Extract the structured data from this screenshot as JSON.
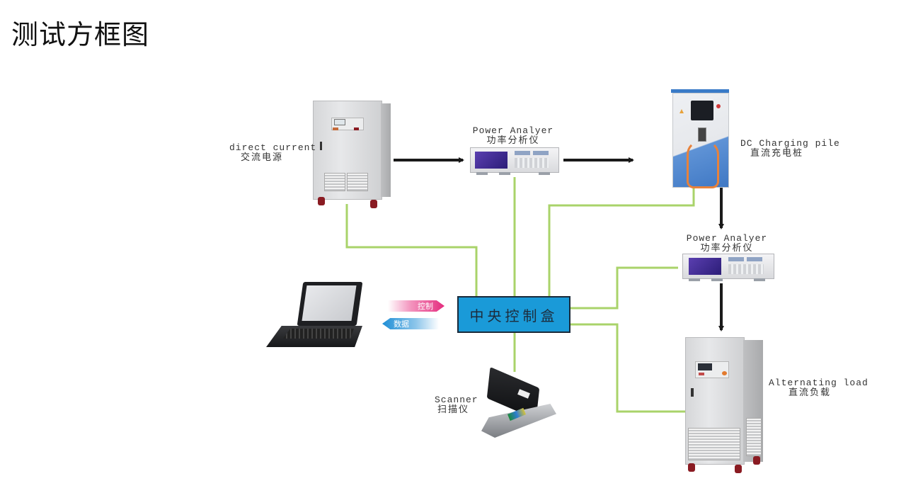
{
  "title": "测试方框图",
  "colors": {
    "wire_signal": "#a9d36a",
    "wire_power": "#1a1a1a",
    "control_box": "#1a9ad8",
    "tag_control": "#e42c7e",
    "tag_data": "#1f8ed6"
  },
  "nodes": {
    "ac_source": {
      "label_en": "direct current",
      "label_cn": "交流电源"
    },
    "power_analyzer_1": {
      "label_en": "Power Analyer",
      "label_cn": "功率分析仪"
    },
    "dc_charging_pile": {
      "label_en": "DC Charging pile",
      "label_cn": "直流充电桩"
    },
    "power_analyzer_2": {
      "label_en": "Power Analyer",
      "label_cn": "功率分析仪"
    },
    "dc_load": {
      "label_en": "Alternating load",
      "label_cn": "直流负载"
    },
    "scanner": {
      "label_en": "Scanner",
      "label_cn": "扫描仪"
    },
    "laptop": {
      "label_en": "",
      "label_cn": ""
    },
    "control_box": {
      "label_cn": "中央控制盒"
    }
  },
  "tags": {
    "control": "控制",
    "data": "数据"
  },
  "power_flow": [
    [
      "ac_source",
      "power_analyzer_1"
    ],
    [
      "power_analyzer_1",
      "dc_charging_pile"
    ],
    [
      "dc_charging_pile",
      "power_analyzer_2"
    ],
    [
      "power_analyzer_2",
      "dc_load"
    ]
  ],
  "signal_links": [
    [
      "control_box",
      "ac_source"
    ],
    [
      "control_box",
      "power_analyzer_1"
    ],
    [
      "control_box",
      "dc_charging_pile"
    ],
    [
      "control_box",
      "power_analyzer_2"
    ],
    [
      "control_box",
      "dc_load"
    ],
    [
      "control_box",
      "scanner"
    ]
  ]
}
